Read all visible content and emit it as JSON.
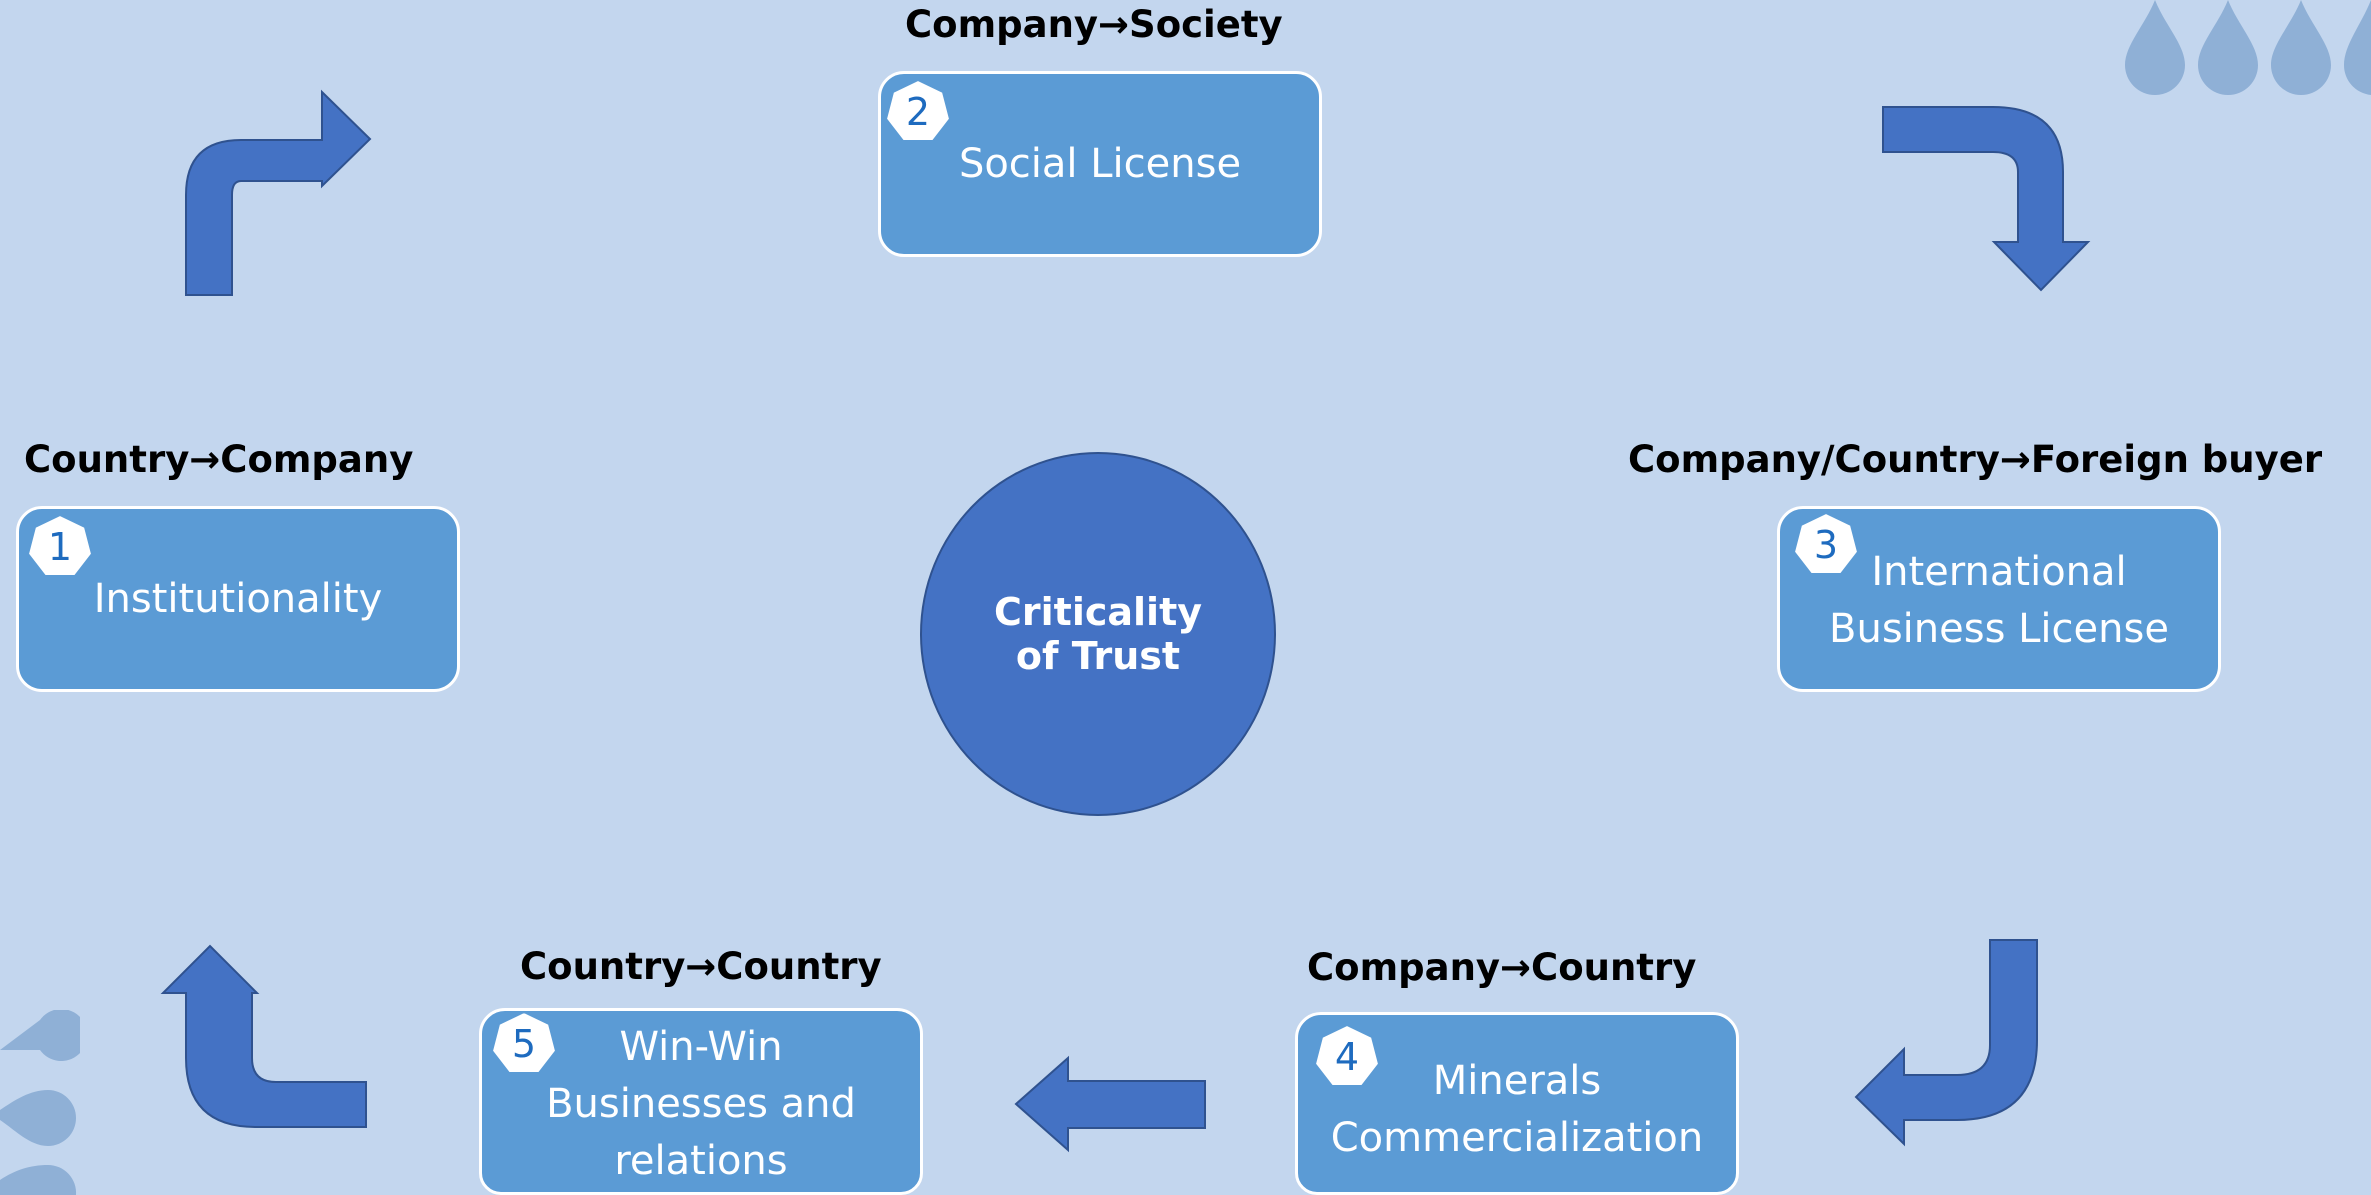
{
  "colors": {
    "background": "#c3d6ee",
    "node_fill": "#5b9bd5",
    "node_border": "#ffffff",
    "center_fill": "#4472c4",
    "arrow_fill": "#4472c4",
    "badge_number": "#1e6bbf"
  },
  "center": {
    "label": "Criticality\nof Trust"
  },
  "nodes": [
    {
      "number": "1",
      "label": "Institutionality",
      "relation": "Country→Company"
    },
    {
      "number": "2",
      "label": "Social License",
      "relation": "Company→Society"
    },
    {
      "number": "3",
      "label": "International\nBusiness License",
      "relation": "Company/Country→Foreign buyer"
    },
    {
      "number": "4",
      "label": "Minerals\nCommercialization",
      "relation": "Company→Country"
    },
    {
      "number": "5",
      "label": "Win-Win\nBusinesses and\nrelations",
      "relation": "Country→Country"
    }
  ],
  "icons": {
    "arrow": "curved-arrow-icon",
    "badge": "heptagon-badge-icon",
    "decoration": "droplet-icon"
  }
}
